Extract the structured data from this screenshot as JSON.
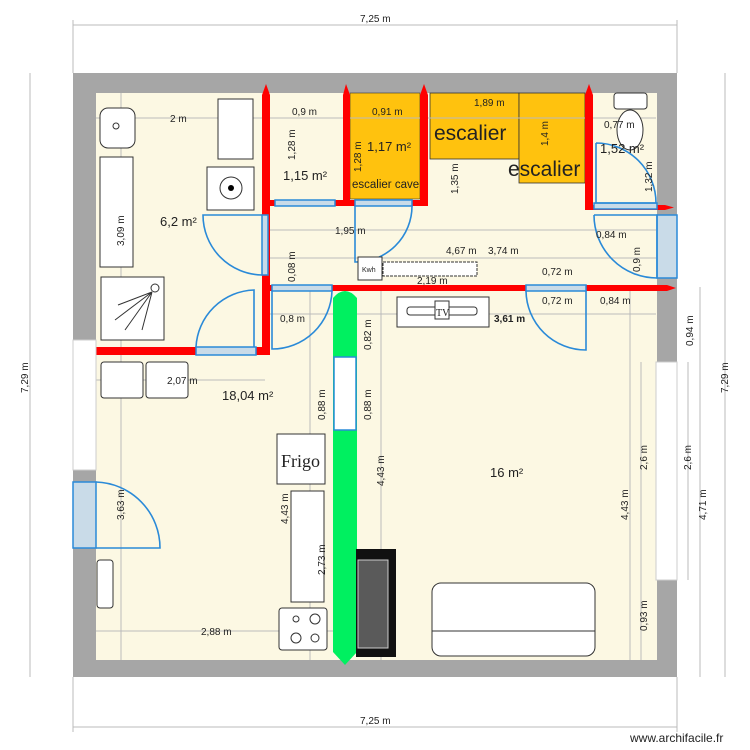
{
  "plan": {
    "rooms": {
      "bathroom_area": "6,2 m²",
      "closet_area": "1,15 m²",
      "cellar_stairs_area": "1,17 m²",
      "cellar_stairs_label": "escalier cave",
      "stairs_1_label": "escalier",
      "stairs_2_label": "escalier",
      "wc_area": "1,52 m²",
      "kitchen_area": "18,04 m²",
      "living_area": "16 m²"
    },
    "furniture": {
      "fridge_label": "Frigo",
      "tv_label": "TV",
      "meter_label": "Kwh"
    },
    "dimensions": {
      "top_total": "7,25 m",
      "bottom_total": "7,25 m",
      "left_total": "7,29 m",
      "right_total": "7,29 m",
      "right_4_71": "4,71 m",
      "right_2_6_outer": "2,6 m",
      "right_2_6_inner": "2,6 m",
      "right_4_43": "4,43 m",
      "right_0_93": "0,93 m",
      "right_0_94": "0,94 m",
      "bath_width": "2 m",
      "closet_width": "0,9 m",
      "cellar_width": "0,91 m",
      "stairs_width": "1,89 m",
      "wc_width": "0,77 m",
      "closet_height": "1,28 m",
      "cellar_height": "1,28 m",
      "stairs1_height": "1,35 m",
      "stairs2_height": "1,4 m",
      "wc_height": "1,32 m",
      "bath_height": "3,09 m",
      "hall_width": "1,95 m",
      "hall_4_67": "4,67 m",
      "hall_3_74": "3,74 m",
      "radiator_2_19": "2,19 m",
      "hall_0_72": "0,72 m",
      "hall_0_08": "0,08 m",
      "wc_door_0_84": "0,84 m",
      "wc_door_0_9": "0,9 m",
      "door_0_8": "0,8 m",
      "living_0_72": "0,72 m",
      "living_0_84": "0,84 m",
      "living_3_61": "3,61 m",
      "wall_0_82": "0,82 m",
      "kitchen_2_07": "2,07 m",
      "opening_0_88_left": "0,88 m",
      "opening_0_88_right": "0,88 m",
      "kitchen_4_43_left": "4,43 m",
      "kitchen_4_43_right": "4,43 m",
      "kitchen_3_63": "3,63 m",
      "counter_2_73": "2,73 m",
      "kitchen_2_88": "2,88 m"
    },
    "colors": {
      "wall_exterior": "#a6a6a6",
      "wall_interior": "#ff0000",
      "wall_new": "#00f060",
      "floor": "#fcf8e3",
      "stairs": "#ffc20e",
      "door": "#2a8ad8"
    }
  },
  "footer": {
    "watermark": "www.archifacile.fr"
  }
}
